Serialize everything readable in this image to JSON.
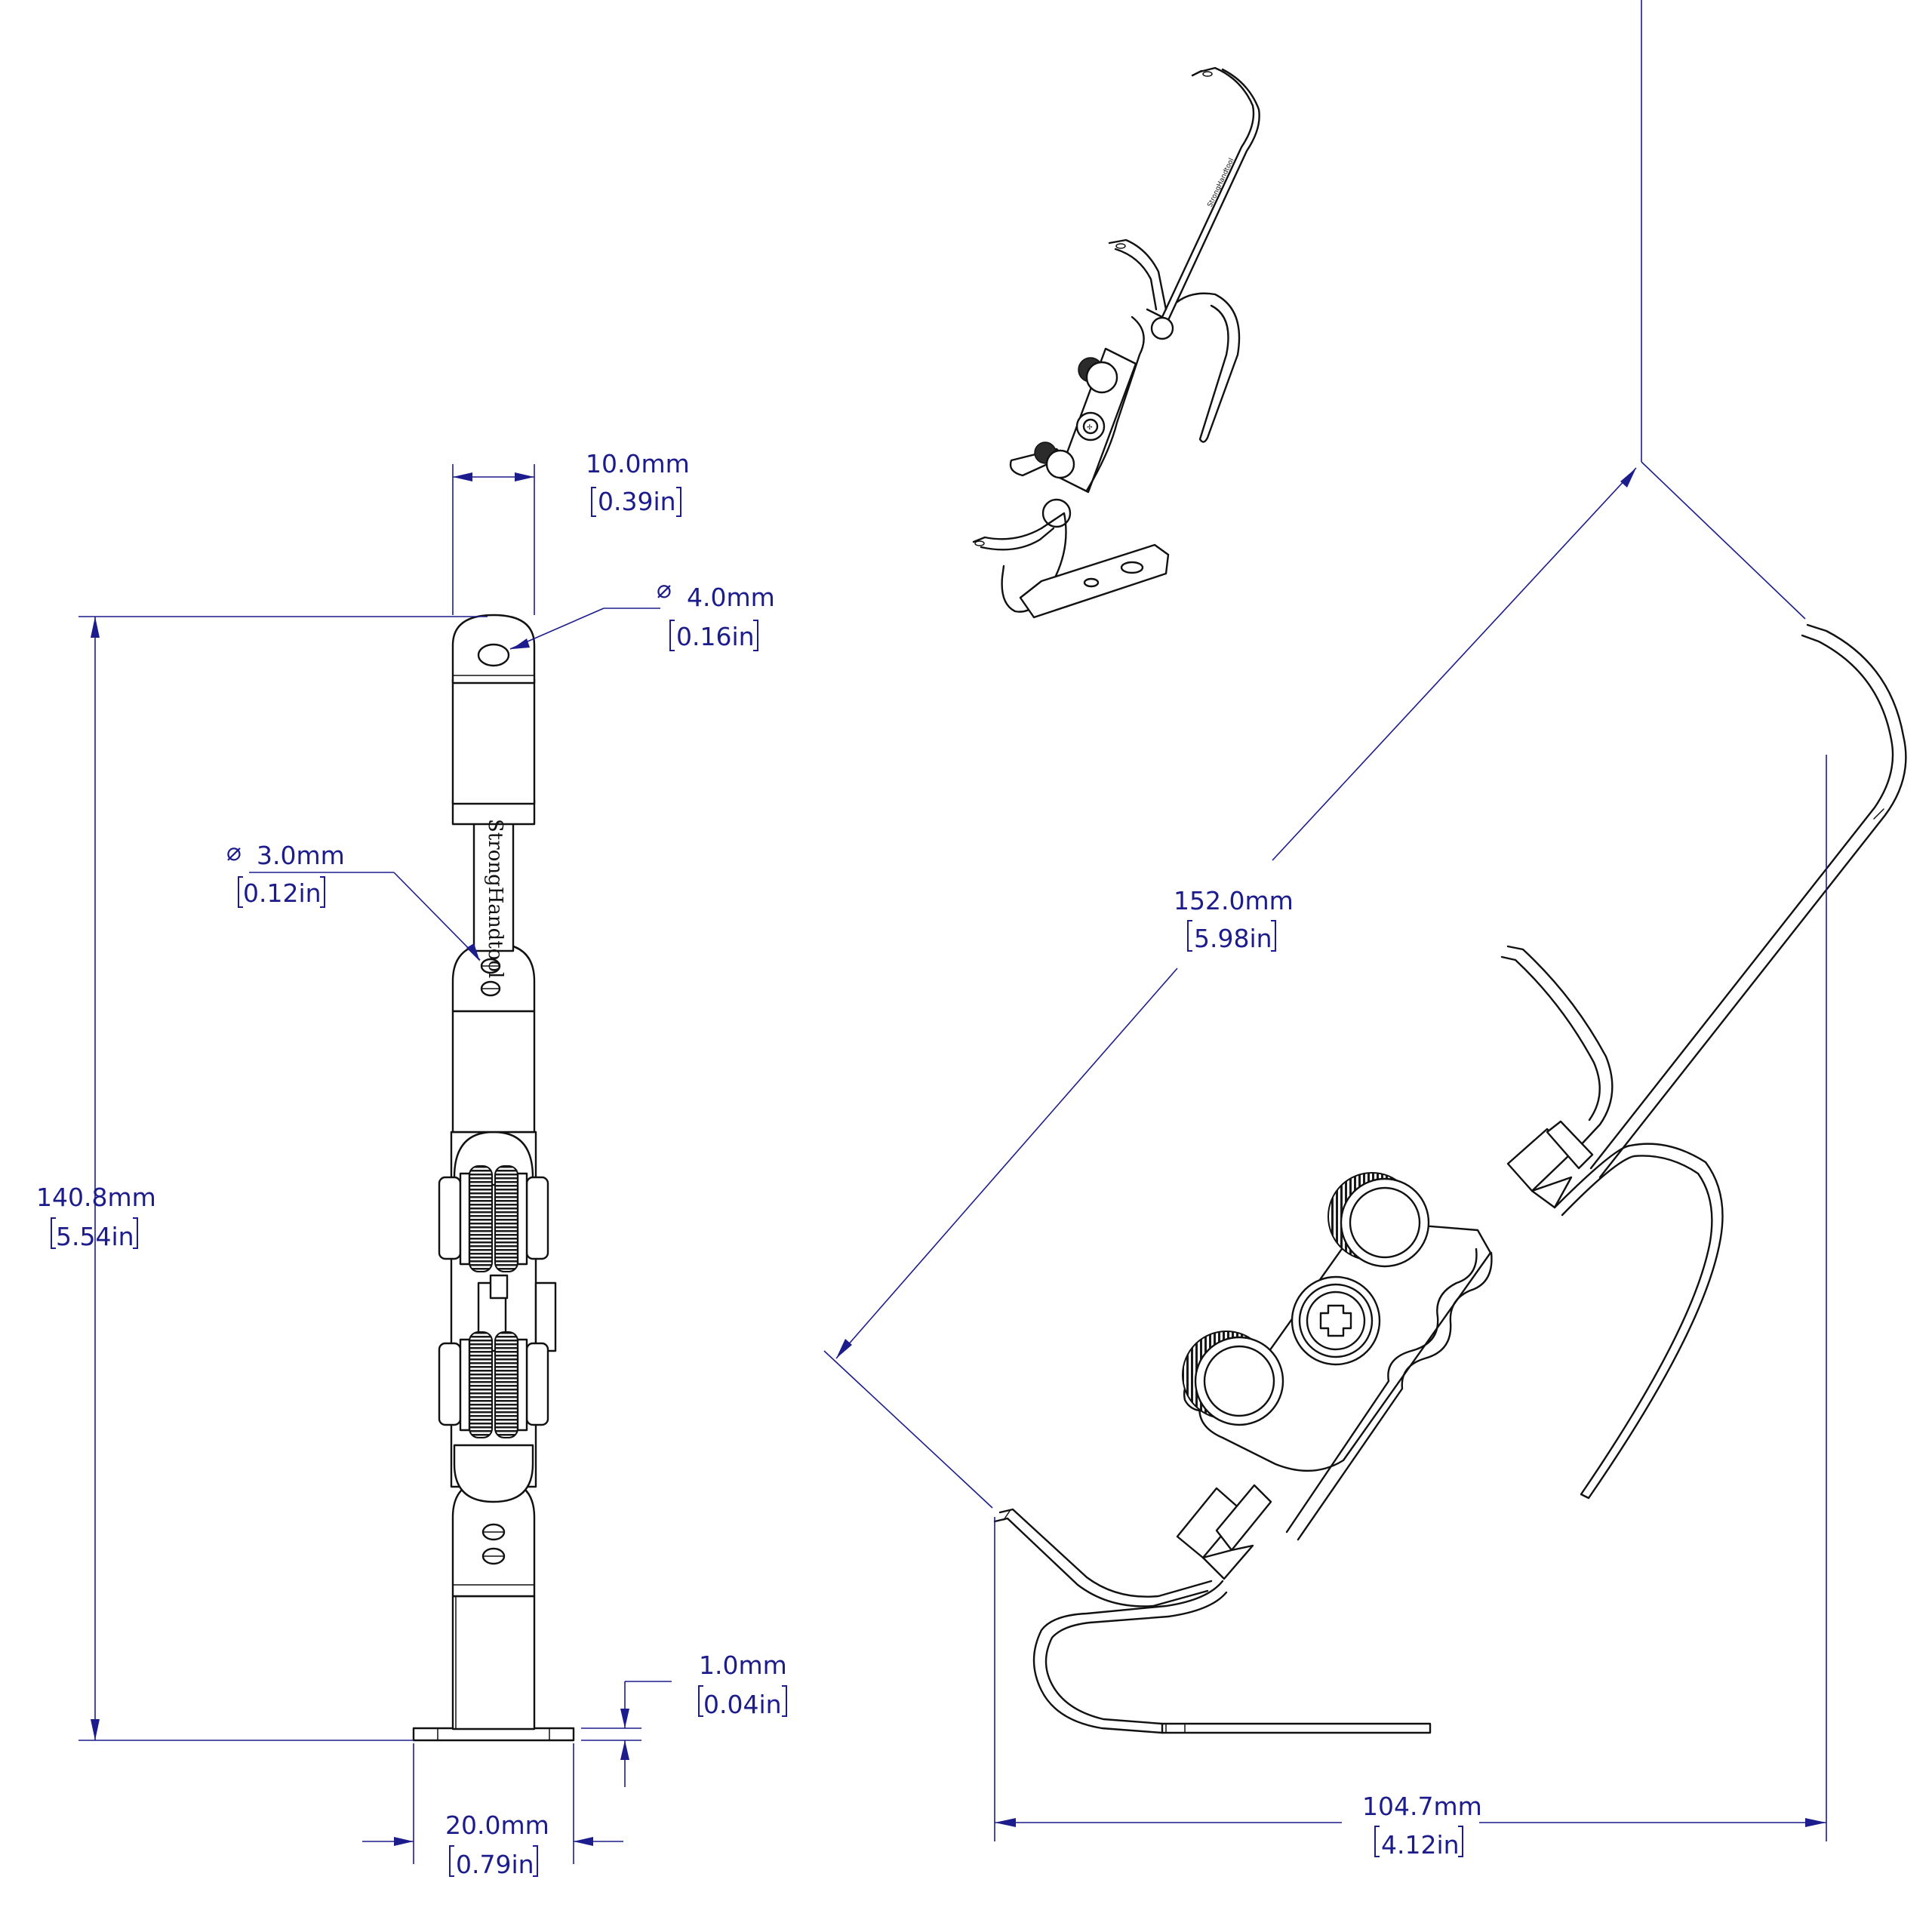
{
  "brand_marking": "StrongHandtool",
  "colors": {
    "dimension": "#1c1c8c",
    "linework": "#111111",
    "background": "#ffffff"
  },
  "front_view": {
    "width_top": {
      "metric": "10.0mm",
      "imperial": "0.39in"
    },
    "hole_large": {
      "symbol": "⌀",
      "metric": "4.0mm",
      "imperial": "0.16in"
    },
    "hole_small": {
      "symbol": "⌀",
      "metric": "3.0mm",
      "imperial": "0.12in"
    },
    "height": {
      "metric": "140.8mm",
      "imperial": "5.54in"
    },
    "thickness": {
      "metric": "1.0mm",
      "imperial": "0.04in"
    },
    "width_base": {
      "metric": "20.0mm",
      "imperial": "0.79in"
    }
  },
  "side_view": {
    "length": {
      "metric": "152.0mm",
      "imperial": "5.98in"
    },
    "depth": {
      "metric": "104.7mm",
      "imperial": "4.12in"
    }
  }
}
